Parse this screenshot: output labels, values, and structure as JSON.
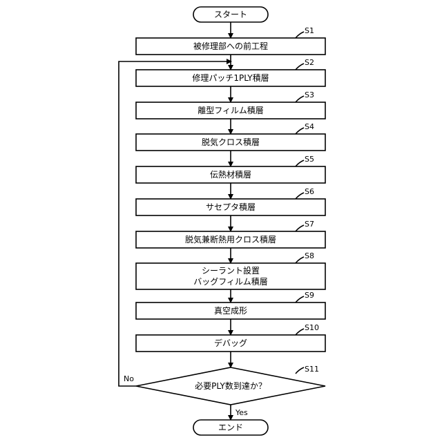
{
  "flowchart": {
    "start_label": "スタート",
    "end_label": "エンド",
    "steps": [
      {
        "id": "S1",
        "text": [
          "被修理部への前工程"
        ]
      },
      {
        "id": "S2",
        "text": [
          "修理パッチ1PLY積層"
        ]
      },
      {
        "id": "S3",
        "text": [
          "離型フィルム積層"
        ]
      },
      {
        "id": "S4",
        "text": [
          "脱気クロス積層"
        ]
      },
      {
        "id": "S5",
        "text": [
          "伝熱材積層"
        ]
      },
      {
        "id": "S6",
        "text": [
          "サセプタ積層"
        ]
      },
      {
        "id": "S7",
        "text": [
          "脱気兼断熱用クロス積層"
        ]
      },
      {
        "id": "S8",
        "text": [
          "シーラント設置",
          "バッグフィルム積層"
        ]
      },
      {
        "id": "S9",
        "text": [
          "真空成形"
        ]
      },
      {
        "id": "S10",
        "text": [
          "デバッグ"
        ]
      }
    ],
    "decision": {
      "id": "S11",
      "text": "必要PLY数到達か？",
      "no_label": "No",
      "yes_label": "Yes"
    }
  }
}
